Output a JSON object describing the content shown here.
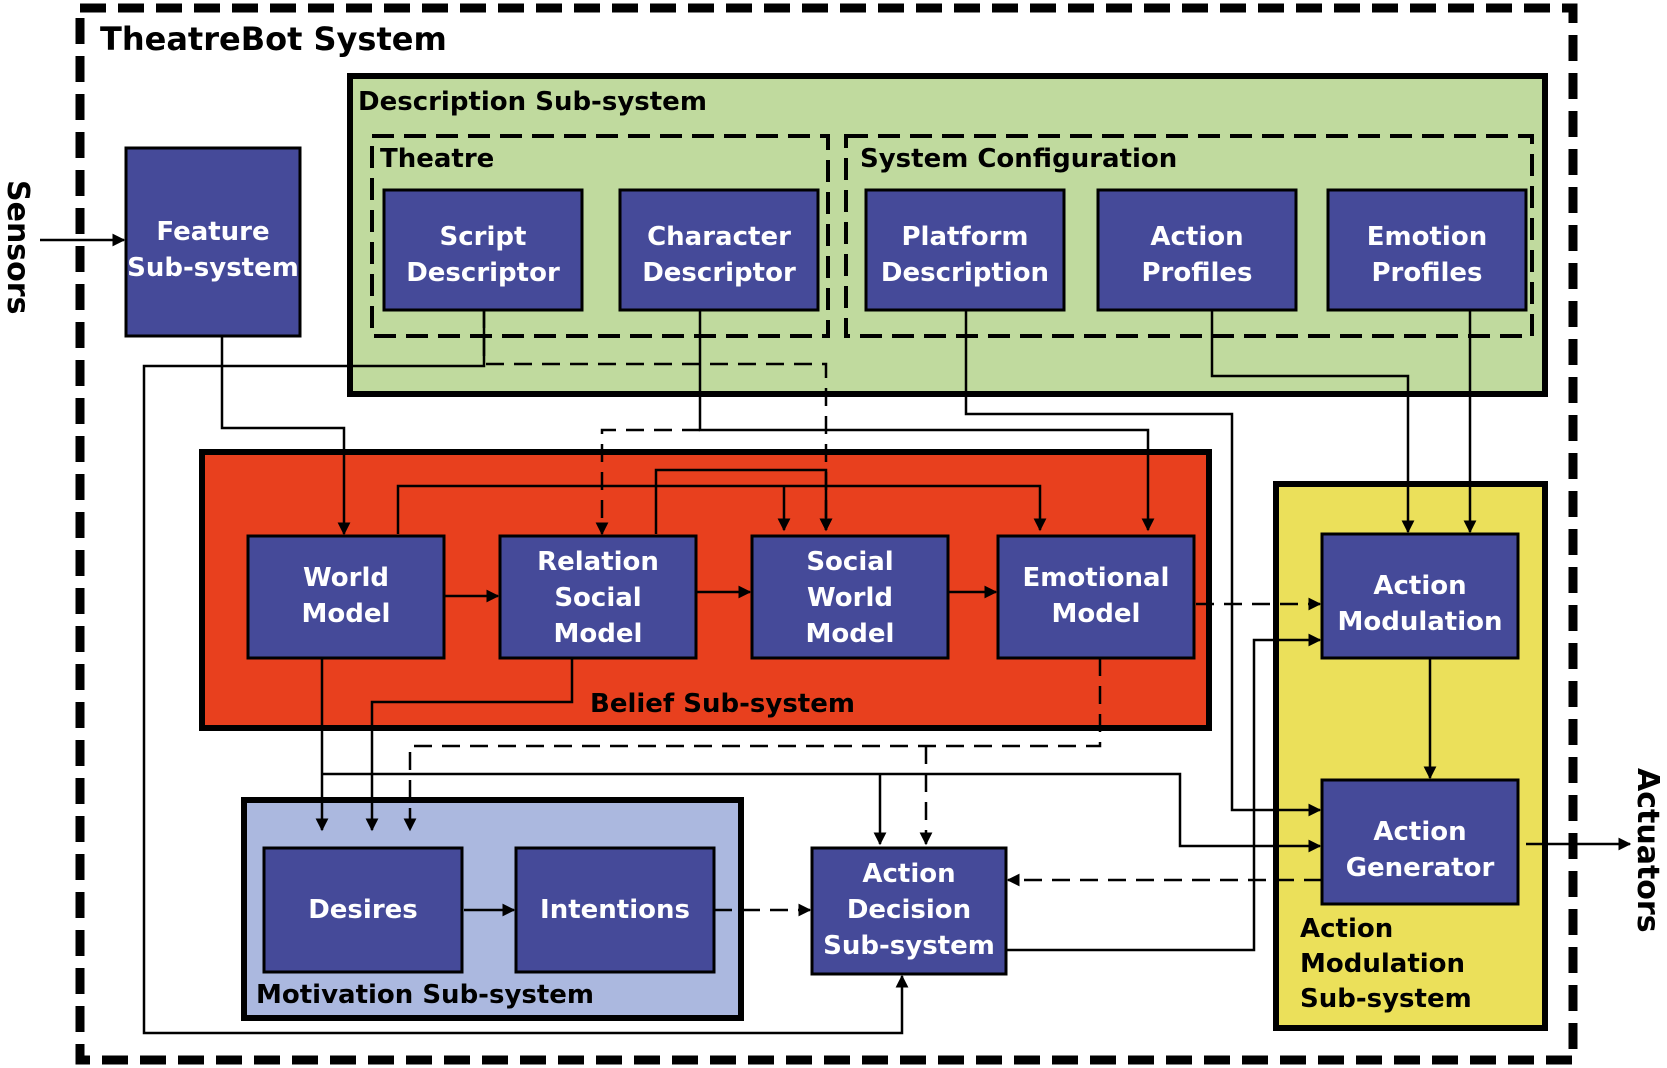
{
  "colors": {
    "box_fill": "#454a99",
    "description_fill": "#c0da9e",
    "belief_fill": "#e8401e",
    "motivation_fill": "#abb8df",
    "action_modulation_fill": "#ebe05a"
  },
  "system": {
    "title": "TheatreBot System"
  },
  "io": {
    "sensors": "Sensors",
    "actuators": "Actuators"
  },
  "groups": {
    "description": "Description Sub-system",
    "theatre": "Theatre",
    "system_configuration": "System Configuration",
    "belief": "Belief  Sub-system",
    "motivation": "Motivation Sub-system",
    "action_modulation": [
      "Action",
      "Modulation",
      "Sub-system"
    ]
  },
  "boxes": {
    "feature": [
      "Feature",
      "Sub-system"
    ],
    "script_descriptor": [
      "Script",
      "Descriptor"
    ],
    "character_descriptor": [
      "Character",
      "Descriptor"
    ],
    "platform_description": [
      "Platform",
      "Description"
    ],
    "action_profiles": [
      "Action",
      "Profiles"
    ],
    "emotion_profiles": [
      "Emotion",
      "Profiles"
    ],
    "world_model": [
      "World",
      "Model"
    ],
    "relation_social_model": [
      "Relation",
      "Social",
      "Model"
    ],
    "social_world_model": [
      "Social",
      "World",
      "Model"
    ],
    "emotional_model": [
      "Emotional",
      "Model"
    ],
    "action_modulation": [
      "Action",
      "Modulation"
    ],
    "action_generator": [
      "Action",
      "Generator"
    ],
    "desires": [
      "Desires"
    ],
    "intentions": [
      "Intentions"
    ],
    "action_decision": [
      "Action",
      "Decision",
      "Sub-system"
    ]
  }
}
